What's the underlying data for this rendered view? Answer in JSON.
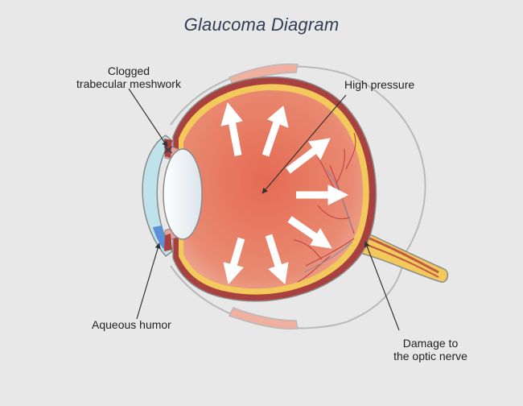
{
  "title": "Glaucoma Diagram",
  "labels": {
    "clogged": {
      "line1": "Clogged",
      "line2": "trabecular meshwork"
    },
    "high_pressure": "High pressure",
    "aqueous": "Aqueous humor",
    "damage": {
      "line1": "Damage to",
      "line2": "the optic nerve"
    }
  },
  "colors": {
    "background": "#e8e8e8",
    "vitreous": "#e2705a",
    "sclera": "#a8413f",
    "retina_yellow": "#f2c95a",
    "cornea": "#bfe3ea",
    "aqueous_blue": "#5b8fd6",
    "arrow": "#ffffff",
    "title": "#2f3e55"
  }
}
